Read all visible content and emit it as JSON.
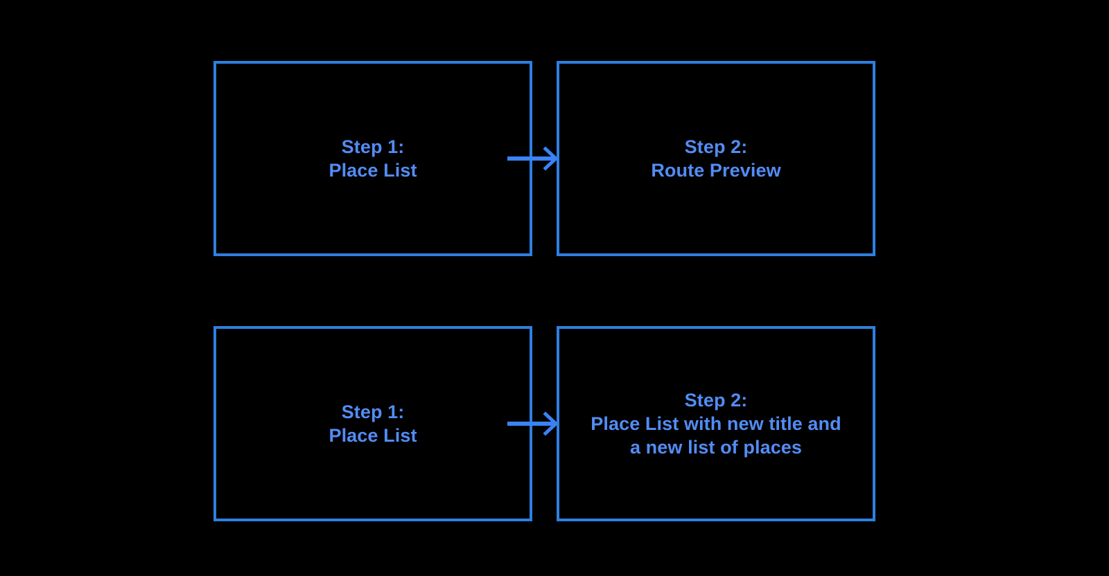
{
  "diagram": {
    "background_color": "#000000",
    "box_border_color": "#2f7fe0",
    "text_color": "#538cf5",
    "arrow_color": "#3b82f6",
    "rows": [
      {
        "name": "route-preview-flow",
        "from": {
          "label": "Step 1:\nPlace List"
        },
        "arrow": {
          "icon": "arrow-right-icon"
        },
        "to": {
          "label": "Step 2:\nRoute Preview"
        }
      },
      {
        "name": "new-place-list-flow",
        "from": {
          "label": "Step 1:\nPlace List"
        },
        "arrow": {
          "icon": "arrow-right-icon"
        },
        "to": {
          "label": "Step 2:\nPlace List with new title and\na new list of places"
        }
      }
    ]
  }
}
